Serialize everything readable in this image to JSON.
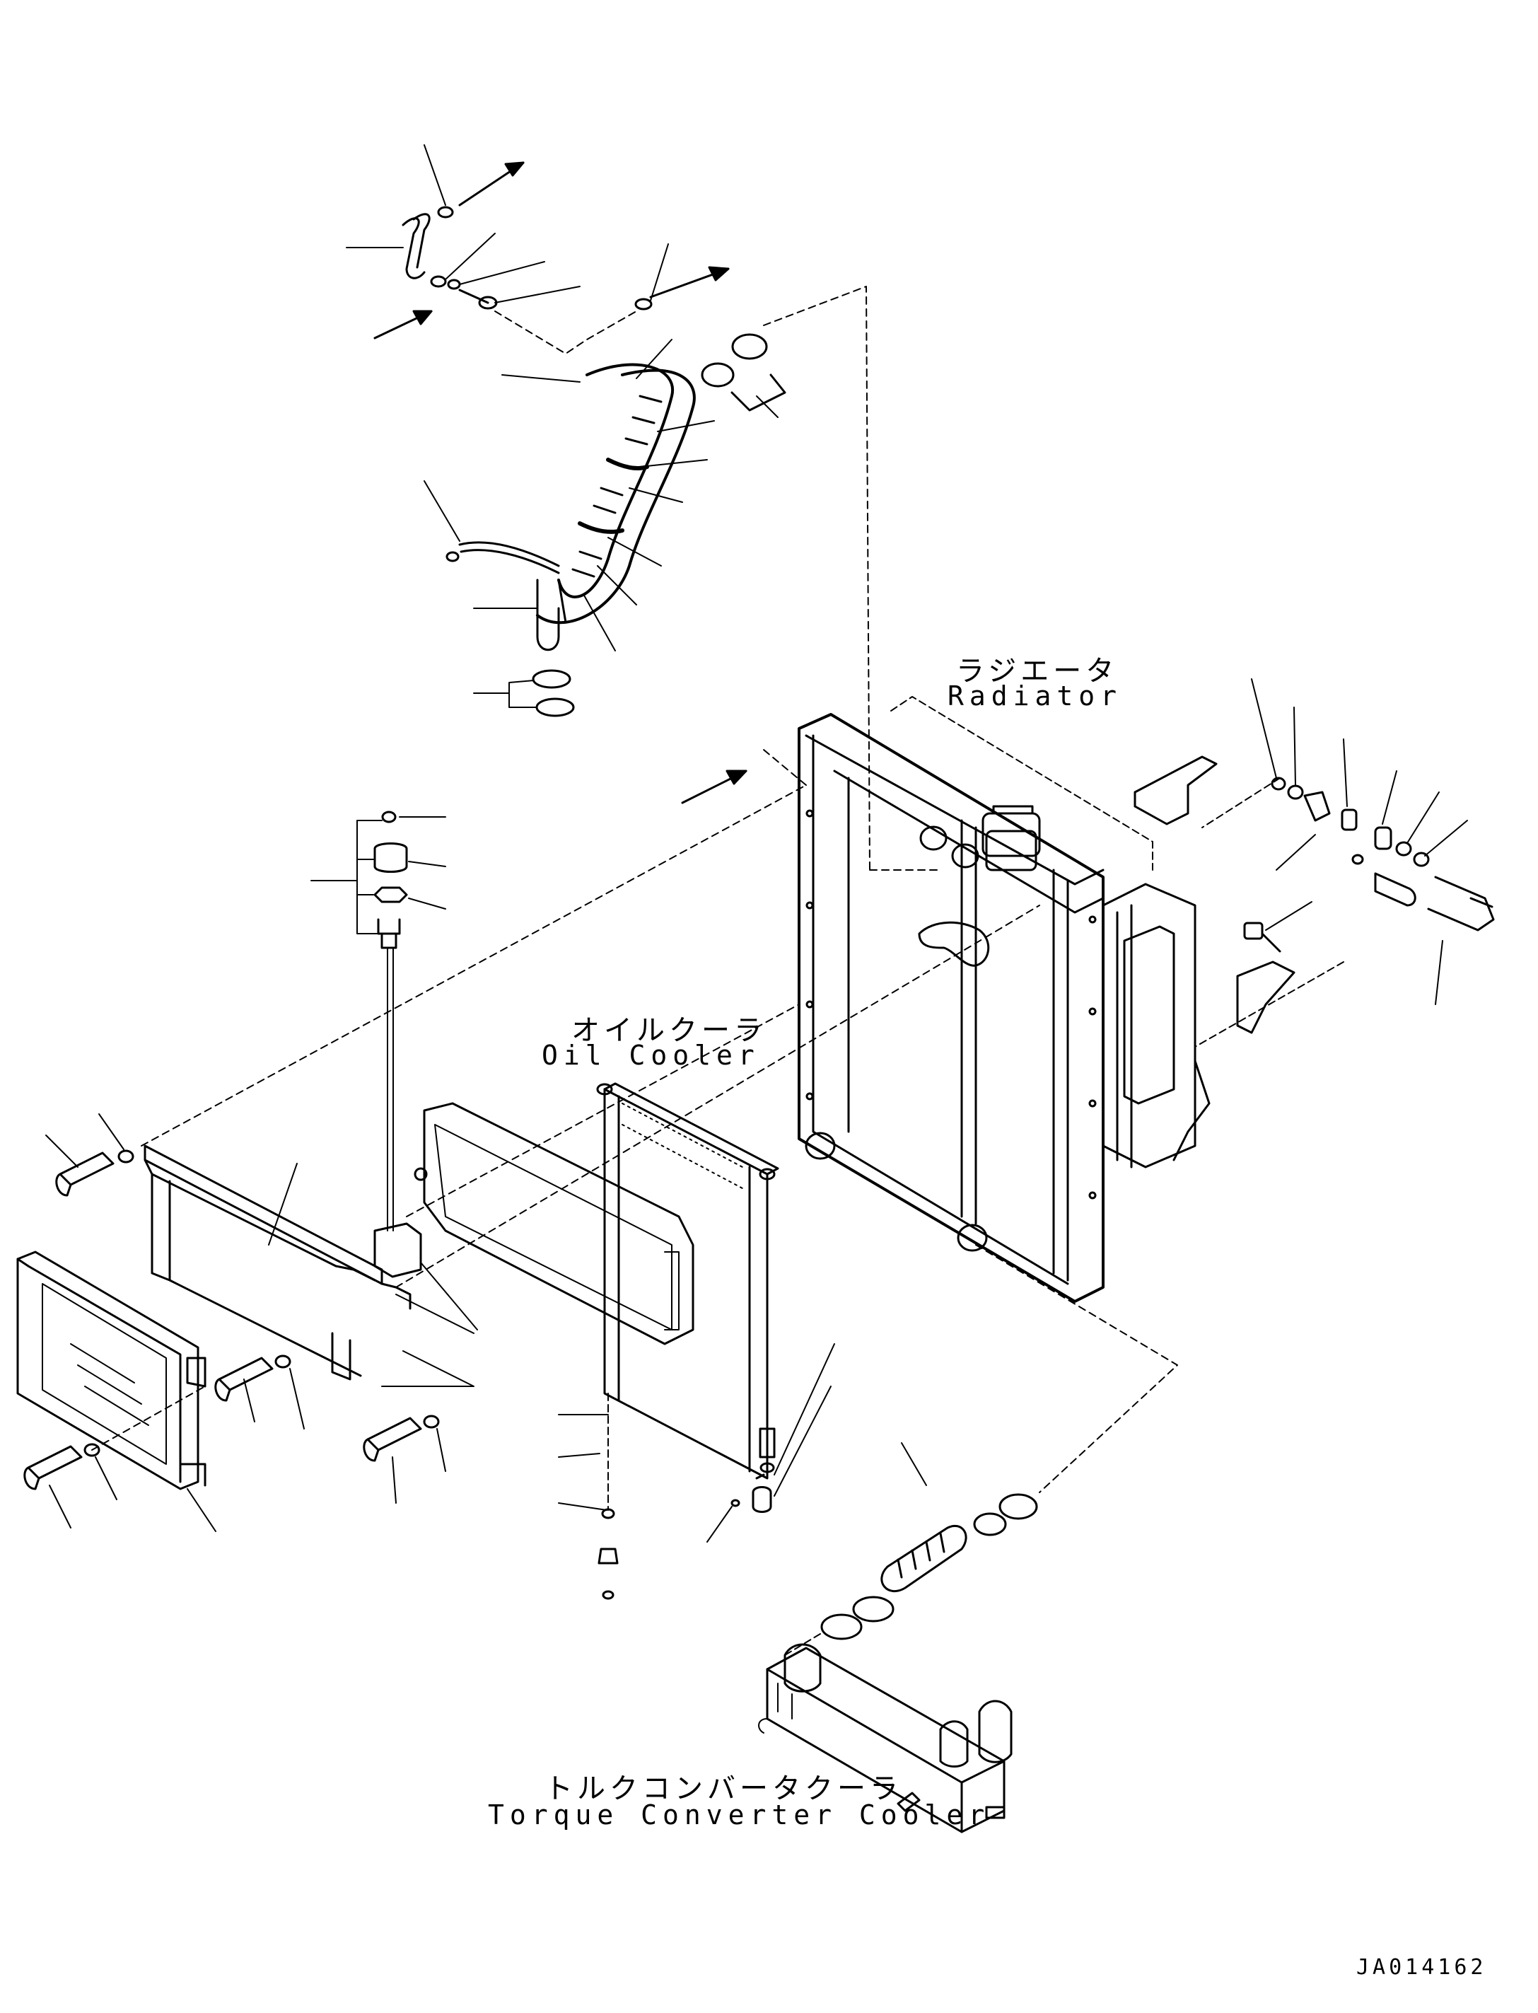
{
  "labels": {
    "radiator_jp": "ラジエータ",
    "radiator_en": "Radiator",
    "oil_cooler_jp": "オイルクーラ",
    "oil_cooler_en": "Oil Cooler",
    "torque_converter_cooler_jp": "トルクコンバータクーラ",
    "torque_converter_cooler_en": "Torque Converter Cooler",
    "drawing_code": "JA014162"
  },
  "colors": {
    "line": "#000000",
    "background": "#ffffff"
  }
}
